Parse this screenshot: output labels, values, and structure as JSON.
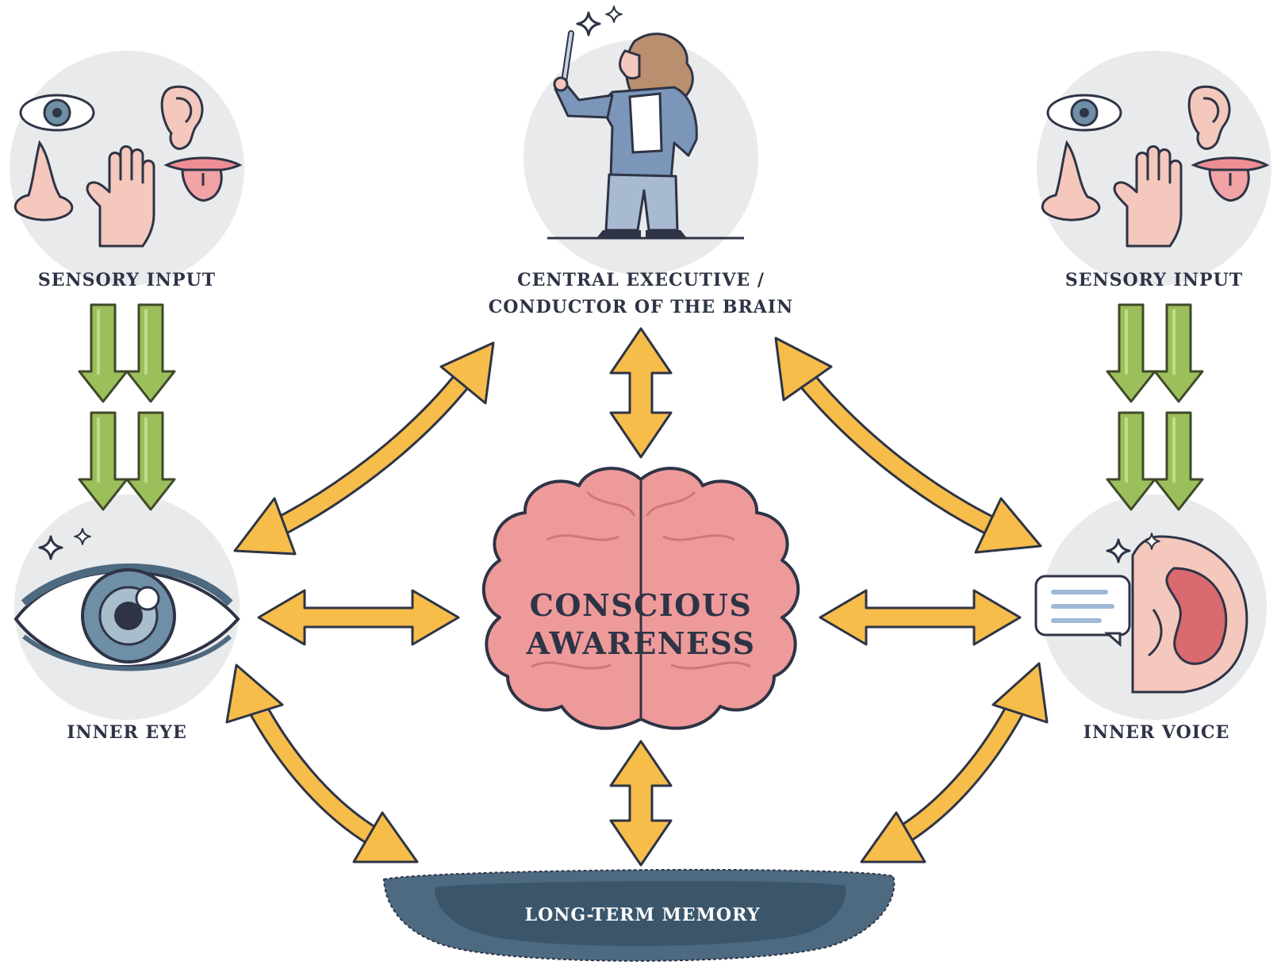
{
  "labels": {
    "sensory_input_left": "SENSORY INPUT",
    "sensory_input_right": "SENSORY INPUT",
    "central_executive_line1": "CENTRAL EXECUTIVE /",
    "central_executive_line2": "CONDUCTOR OF THE BRAIN",
    "conscious_line1": "CONSCIOUS",
    "conscious_line2": "AWARENESS",
    "inner_eye": "INNER EYE",
    "inner_voice": "INNER VOICE",
    "long_term_memory": "LONG-TERM MEMORY"
  },
  "colors": {
    "arrow_yellow": "#f6bd4a",
    "arrow_green": "#9bbf5a",
    "outline": "#2e3446",
    "brain_pink": "#ee9a9a",
    "memory_slate": "#4d6a80",
    "circle_gray": "#e9eaec",
    "eye_blue": "#6f8fa6"
  },
  "icons": [
    "eye-icon",
    "ear-icon",
    "nose-icon",
    "tongue-icon",
    "hand-icon",
    "conductor-icon",
    "brain-icon",
    "speech-bubble-icon",
    "sparkle-icon"
  ]
}
